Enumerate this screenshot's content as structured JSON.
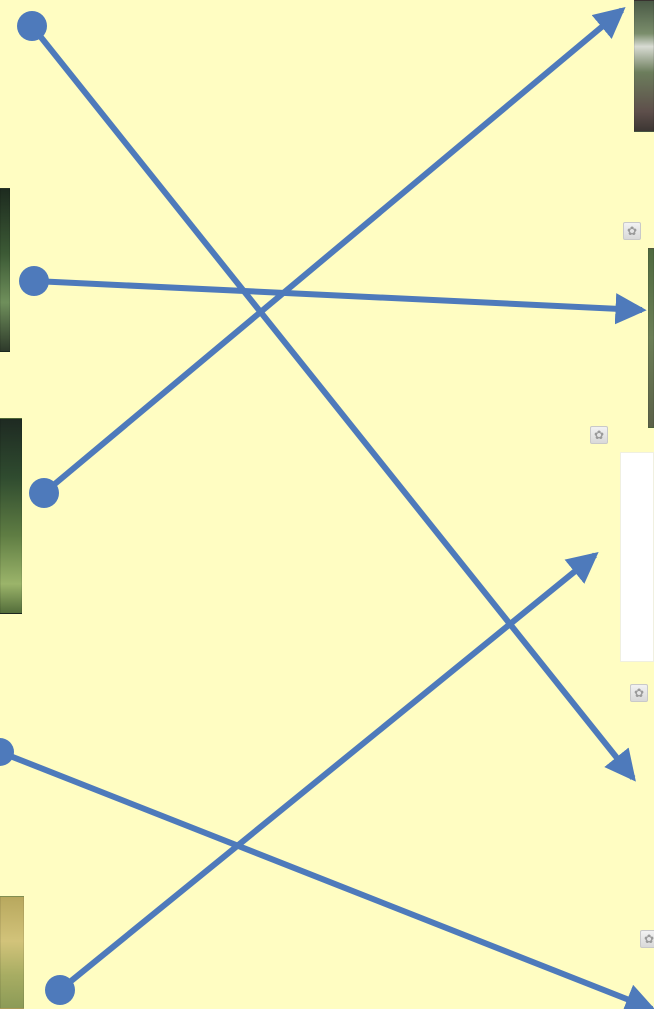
{
  "page": {
    "background_color": "#fffdc2"
  },
  "arrows": {
    "color": "#4e7abb",
    "items": [
      {
        "name": "arrow-1",
        "from": "left-dot-1",
        "to": "right-target-3"
      },
      {
        "name": "arrow-2",
        "from": "left-dot-2",
        "to": "right-target-2"
      },
      {
        "name": "arrow-3",
        "from": "left-dot-3",
        "to": "right-target-1"
      },
      {
        "name": "arrow-4",
        "from": "left-dot-4",
        "to": "right-target-4"
      },
      {
        "name": "arrow-5",
        "from": "left-dot-5",
        "to": "right-target-5"
      }
    ]
  },
  "images": {
    "left": [
      "tree-photo",
      "forest-photo",
      "meadow-photo"
    ],
    "right": [
      "garden-photo",
      "path-photo",
      "blank-card"
    ]
  },
  "icons": {
    "gear": "gear-icon",
    "glyph": "✿"
  }
}
